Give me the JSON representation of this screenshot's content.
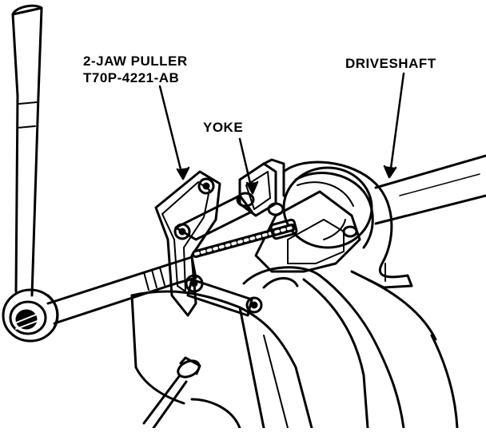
{
  "labels": {
    "puller_name": "2-JAW PULLER",
    "puller_part": "T70P-4221-AB",
    "yoke": "YOKE",
    "driveshaft": "DRIVESHAFT"
  },
  "colors": {
    "ink": "#000000",
    "paper": "#ffffff"
  }
}
